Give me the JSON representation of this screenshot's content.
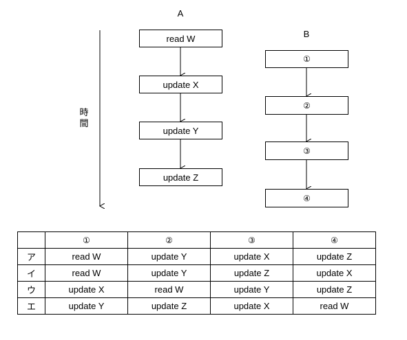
{
  "diagram": {
    "process_a": {
      "label": "A",
      "steps": [
        "read W",
        "update X",
        "update Y",
        "update Z"
      ]
    },
    "process_b": {
      "label": "B",
      "steps": [
        "①",
        "②",
        "③",
        "④"
      ]
    },
    "time_axis": {
      "label_chars": [
        "時",
        "間"
      ]
    }
  },
  "table": {
    "headers": [
      "",
      "①",
      "②",
      "③",
      "④"
    ],
    "rows": [
      {
        "label": "ア",
        "cells": [
          "read W",
          "update Y",
          "update X",
          "update Z"
        ]
      },
      {
        "label": "イ",
        "cells": [
          "read W",
          "update Y",
          "update Z",
          "update X"
        ]
      },
      {
        "label": "ウ",
        "cells": [
          "update X",
          "read W",
          "update Y",
          "update Z"
        ]
      },
      {
        "label": "エ",
        "cells": [
          "update Y",
          "update Z",
          "update X",
          "read W"
        ]
      }
    ]
  }
}
